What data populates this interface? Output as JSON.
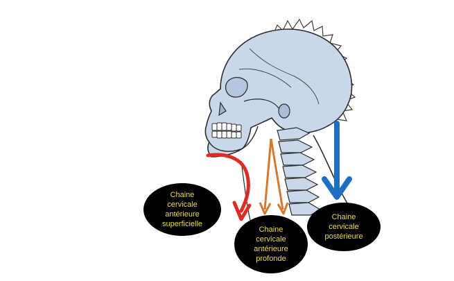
{
  "labels": {
    "superficial": "Chaine\ncervicale\nantérieure\nsuperficielle",
    "deep": "Chaine\ncervicale\nantérieure\nprofonde",
    "posterior": "Chaine\ncervicale\npostérieure"
  },
  "colors": {
    "label_text": "#f2d94a",
    "label_background": "#000000",
    "skull_fill": "#c9d7ea",
    "outline": "#2b2b2b",
    "superficial_arrow": "#e02a24",
    "deep_arrow": "#d6782d",
    "posterior_arrow": "#1f6fc1"
  }
}
